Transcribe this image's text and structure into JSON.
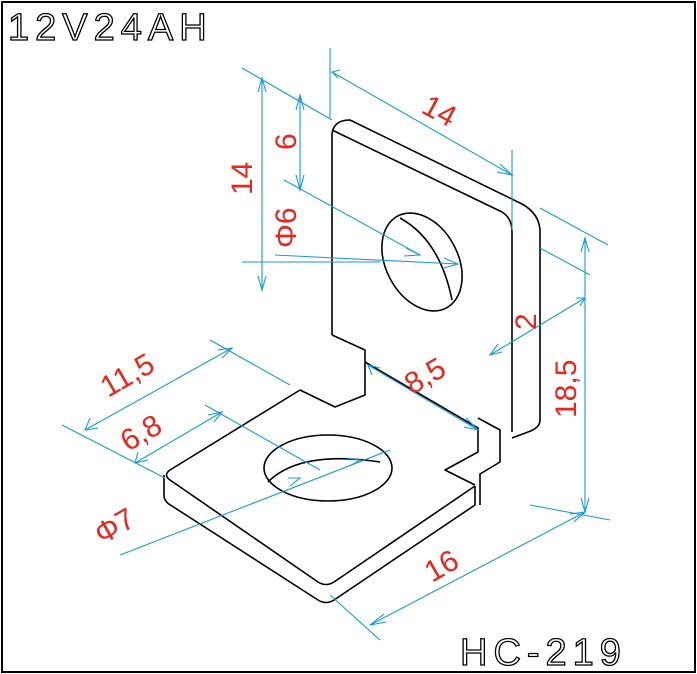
{
  "title": "12V24AH",
  "part_number": "HC-219",
  "dimensions": {
    "plate_width": "14",
    "hole_offset": "6",
    "plate_height": "14",
    "plate_hole_dia": "Φ6",
    "thickness": "2",
    "bend_offset": "8,5",
    "total_height": "18,5",
    "base_depth": "11,5",
    "base_hole_offset": "6,8",
    "base_hole_dia": "Φ7",
    "base_length": "16"
  },
  "colors": {
    "outline": "#000000",
    "dimension_line": "#1a9ad6",
    "dimension_text": "#e8261d"
  }
}
